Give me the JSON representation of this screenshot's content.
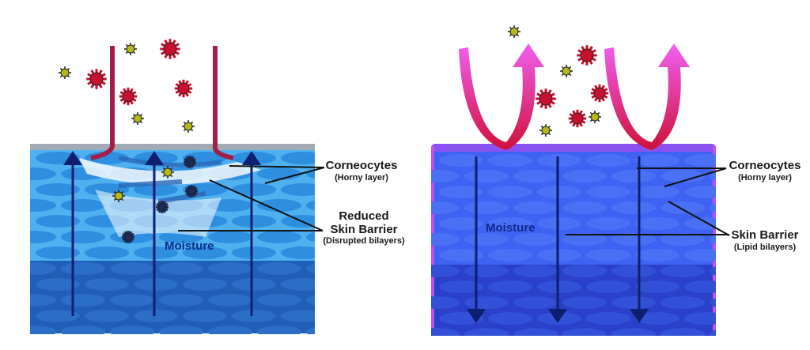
{
  "left_panel": {
    "corneocytes": {
      "title": "Corneocytes",
      "subtitle": "(Horny layer)"
    },
    "barrier": {
      "title_line1": "Reduced",
      "title_line2": "Skin Barrier",
      "subtitle": "(Disrupted bilayers)"
    },
    "moisture": "Moisture"
  },
  "right_panel": {
    "corneocytes": {
      "title": "Corneocytes",
      "subtitle": "(Horny layer)"
    },
    "barrier": {
      "title": "Skin Barrier",
      "subtitle": "(Lipid bilayers)"
    },
    "moisture": "Moisture"
  },
  "colors": {
    "left_skin": "#3aa0e8",
    "right_skin": "#3d5cf2",
    "irritant_red": "#c8102e",
    "irritant_yellow": "#b5b816",
    "arrow": "#0d1f6e",
    "magenta": "#e040d0"
  }
}
